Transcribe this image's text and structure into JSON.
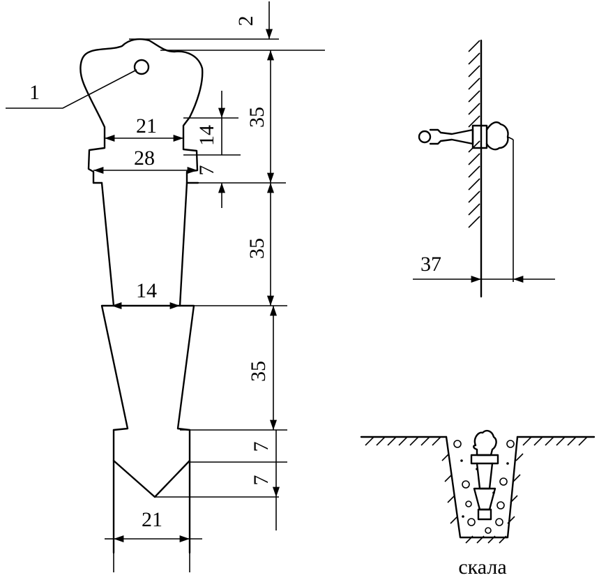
{
  "figure": {
    "part_label": "1",
    "dimensions": {
      "top_gap": "2",
      "head_height": "35",
      "collar_height": "14",
      "flange_height": "7",
      "neck_height": "35",
      "wedge_height": "35",
      "base_step": "7",
      "tip_height": "7",
      "head_width": "21",
      "flange_width": "28",
      "neck_width": "14",
      "base_width": "21"
    },
    "side_view": {
      "offset": "37"
    },
    "ground_view": {
      "caption": "скала"
    }
  }
}
